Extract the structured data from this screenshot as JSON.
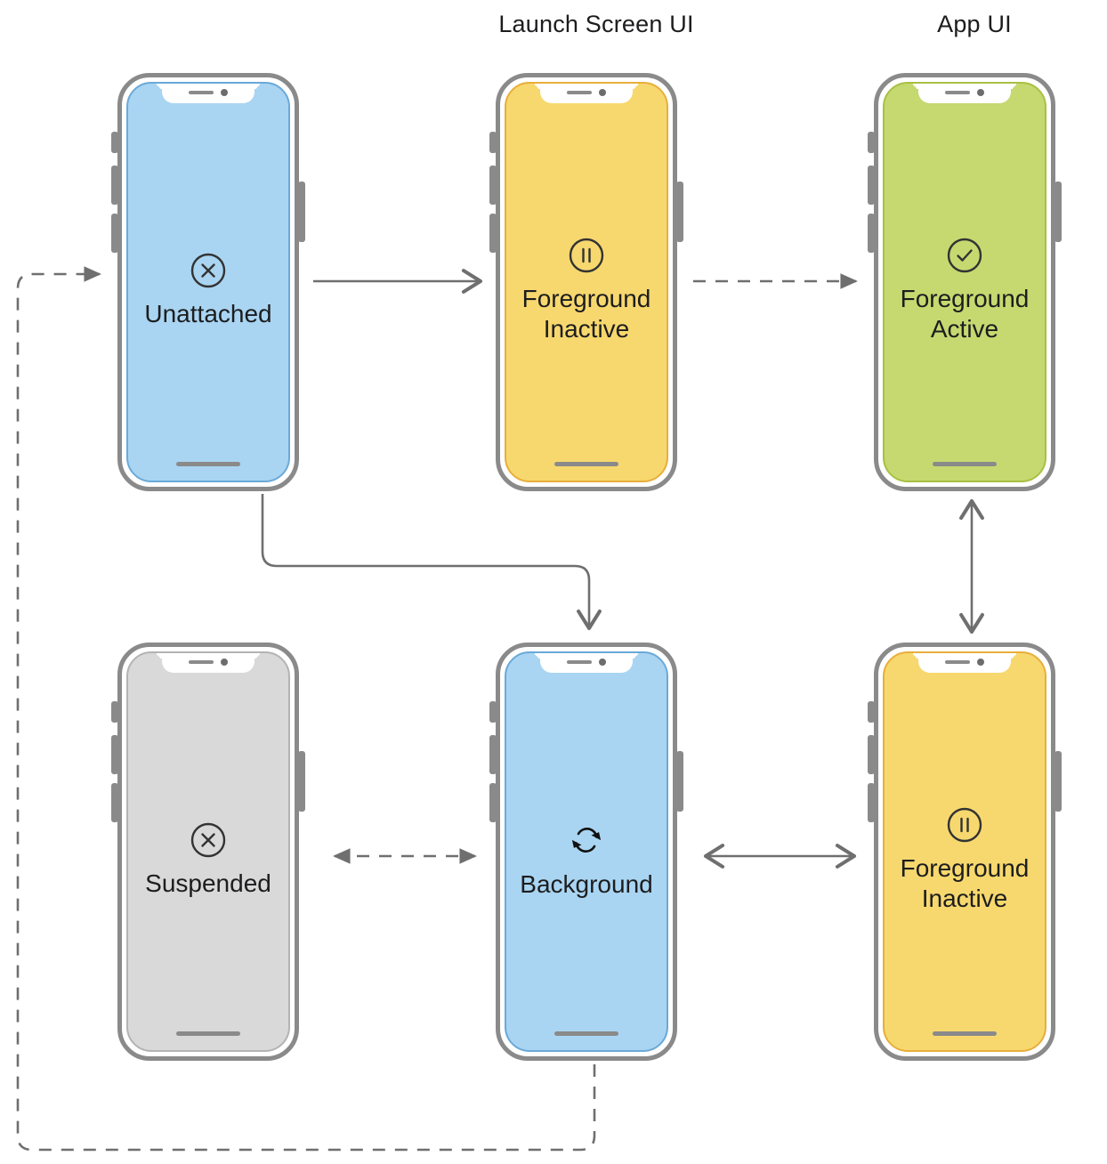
{
  "headers": {
    "launch_screen": "Launch Screen UI",
    "app_ui": "App UI"
  },
  "colors": {
    "blue": "#a9d5f2",
    "blue_stroke": "#6aa9d8",
    "yellow": "#f7d86e",
    "yellow_stroke": "#e8ae3c",
    "green": "#c5d970",
    "green_stroke": "#a8c043",
    "gray": "#d9d9d9",
    "gray_stroke": "#b3b3b3",
    "frame": "#8a8a8a",
    "text": "#1d1d1f",
    "arrow": "#6f6f6f"
  },
  "phones": [
    {
      "id": "unattached",
      "label": "Unattached",
      "icon": "x-circle-icon",
      "screen_color": "#a9d5f2",
      "screen_stroke": "#6aa9d8"
    },
    {
      "id": "foreground-inactive-top",
      "label": "Foreground\nInactive",
      "icon": "pause-circle-icon",
      "screen_color": "#f7d86e",
      "screen_stroke": "#e8ae3c"
    },
    {
      "id": "foreground-active",
      "label": "Foreground\nActive",
      "icon": "check-circle-icon",
      "screen_color": "#c5d970",
      "screen_stroke": "#a8c043"
    },
    {
      "id": "suspended",
      "label": "Suspended",
      "icon": "x-circle-icon",
      "screen_color": "#d9d9d9",
      "screen_stroke": "#b3b3b3"
    },
    {
      "id": "background",
      "label": "Background",
      "icon": "refresh-circle-icon",
      "screen_color": "#a9d5f2",
      "screen_stroke": "#6aa9d8"
    },
    {
      "id": "foreground-inactive-bottom",
      "label": "Foreground\nInactive",
      "icon": "pause-circle-icon",
      "screen_color": "#f7d86e",
      "screen_stroke": "#e8ae3c"
    }
  ],
  "transitions": [
    {
      "id": "unattached-to-fg-inactive",
      "from": "unattached",
      "to": "foreground-inactive-top",
      "style": "solid",
      "heads": "end",
      "head_type": "open"
    },
    {
      "id": "fg-inactive-to-fg-active",
      "from": "foreground-inactive-top",
      "to": "foreground-active",
      "style": "dashed",
      "heads": "end",
      "head_type": "filled"
    },
    {
      "id": "unattached-to-background",
      "from": "unattached",
      "to": "background",
      "style": "solid",
      "heads": "end",
      "head_type": "open"
    },
    {
      "id": "fg-active-to-fg-inactive-bottom",
      "from": "foreground-active",
      "to": "foreground-inactive-bottom",
      "style": "solid",
      "heads": "both",
      "head_type": "open"
    },
    {
      "id": "suspended-background",
      "from": "suspended",
      "to": "background",
      "style": "dashed",
      "heads": "both",
      "head_type": "filled"
    },
    {
      "id": "background-fg-inactive-bottom",
      "from": "background",
      "to": "foreground-inactive-bottom",
      "style": "solid",
      "heads": "both",
      "head_type": "open"
    },
    {
      "id": "background-to-unattached-loop",
      "from": "background",
      "to": "unattached",
      "style": "dashed",
      "heads": "end",
      "head_type": "filled"
    }
  ]
}
